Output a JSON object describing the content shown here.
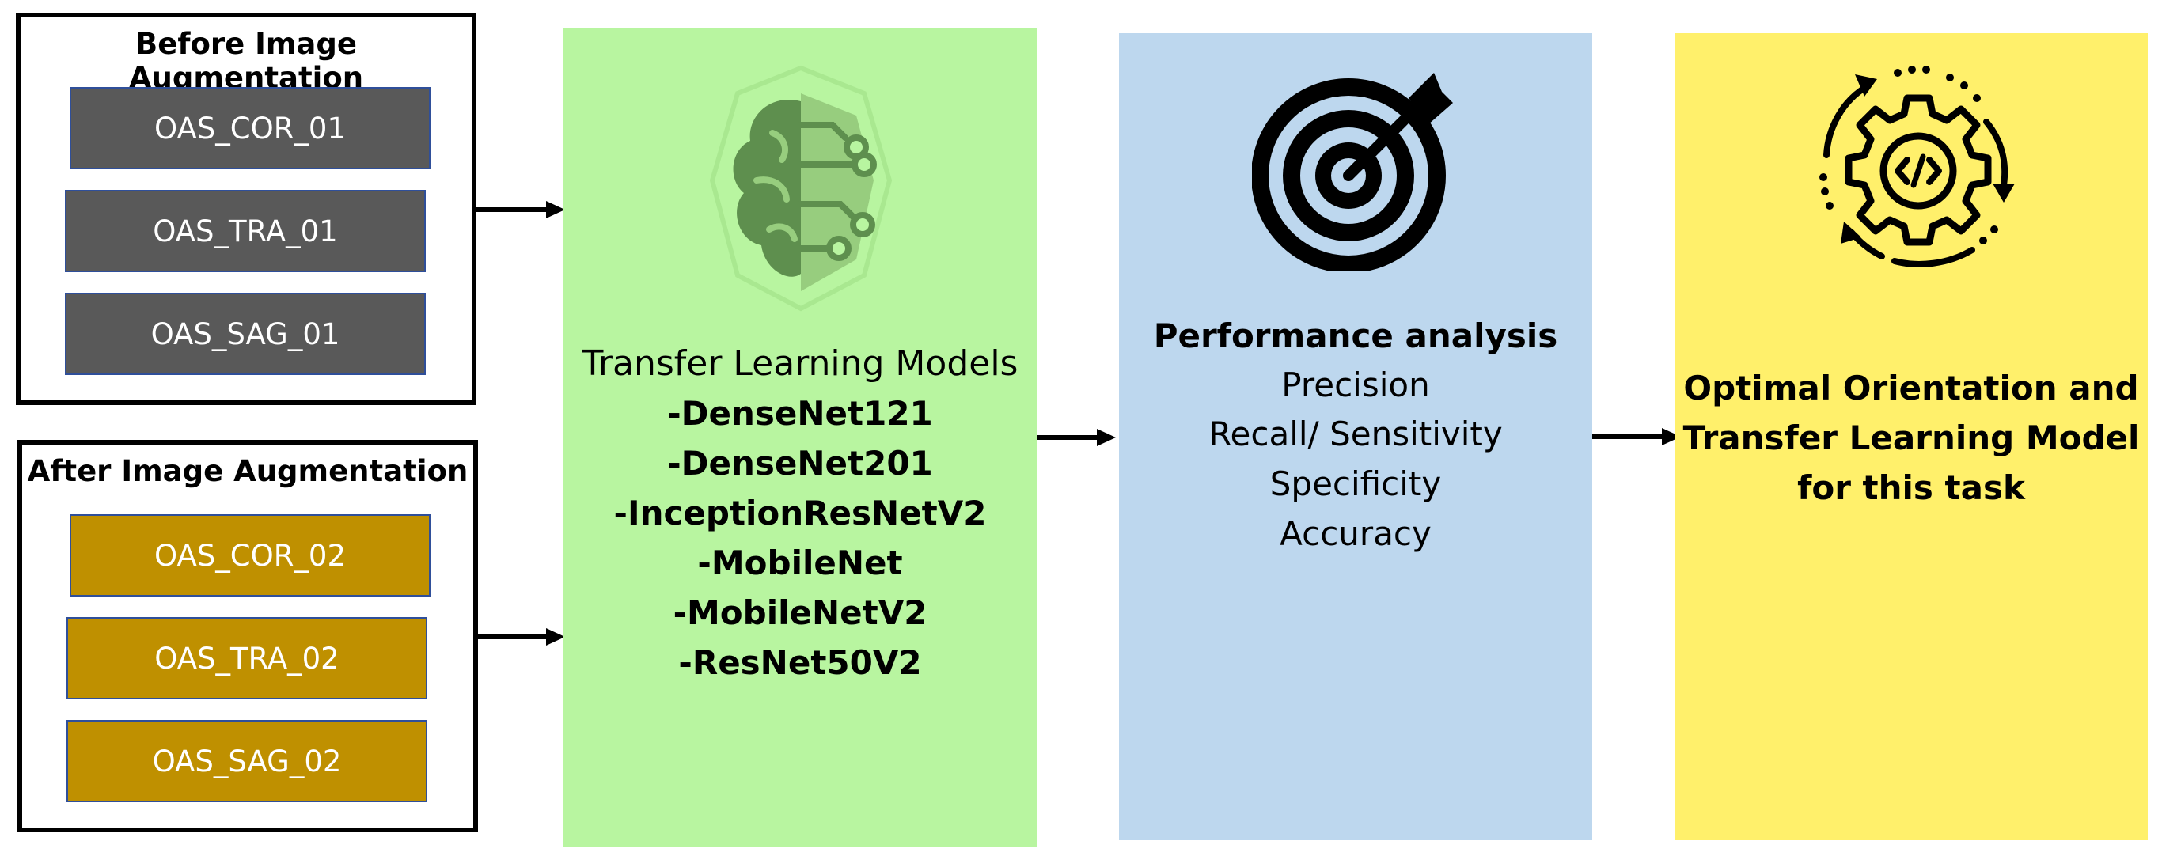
{
  "colors": {
    "before_box": "#595959",
    "after_box": "#bf9000",
    "models_panel": "#b8f5a0",
    "performance_panel": "#bdd7ee",
    "result_panel": "#fff06b",
    "brain_dark": "#5e8f4e",
    "brain_light": "#97cd7e"
  },
  "before": {
    "title": "Before Image Augmentation",
    "items": [
      "OAS_COR_01",
      "OAS_TRA_01",
      "OAS_SAG_01"
    ]
  },
  "after": {
    "title": "After Image Augmentation",
    "items": [
      "OAS_COR_02",
      "OAS_TRA_02",
      "OAS_SAG_02"
    ]
  },
  "models": {
    "icon": "brain-circuit-icon",
    "title": "Transfer Learning Models",
    "items": [
      "-DenseNet121",
      "-DenseNet201",
      "-InceptionResNetV2",
      "-MobileNet",
      "-MobileNetV2",
      "-ResNet50V2"
    ]
  },
  "performance": {
    "icon": "target-arrow-icon",
    "title": "Performance analysis",
    "metrics": [
      "Precision",
      "Recall/ Sensitivity",
      "Specificity",
      "Accuracy"
    ]
  },
  "result": {
    "icon": "gear-code-cycle-icon",
    "lines": [
      "Optimal Orientation and",
      "Transfer Learning Model",
      "for this task"
    ]
  }
}
